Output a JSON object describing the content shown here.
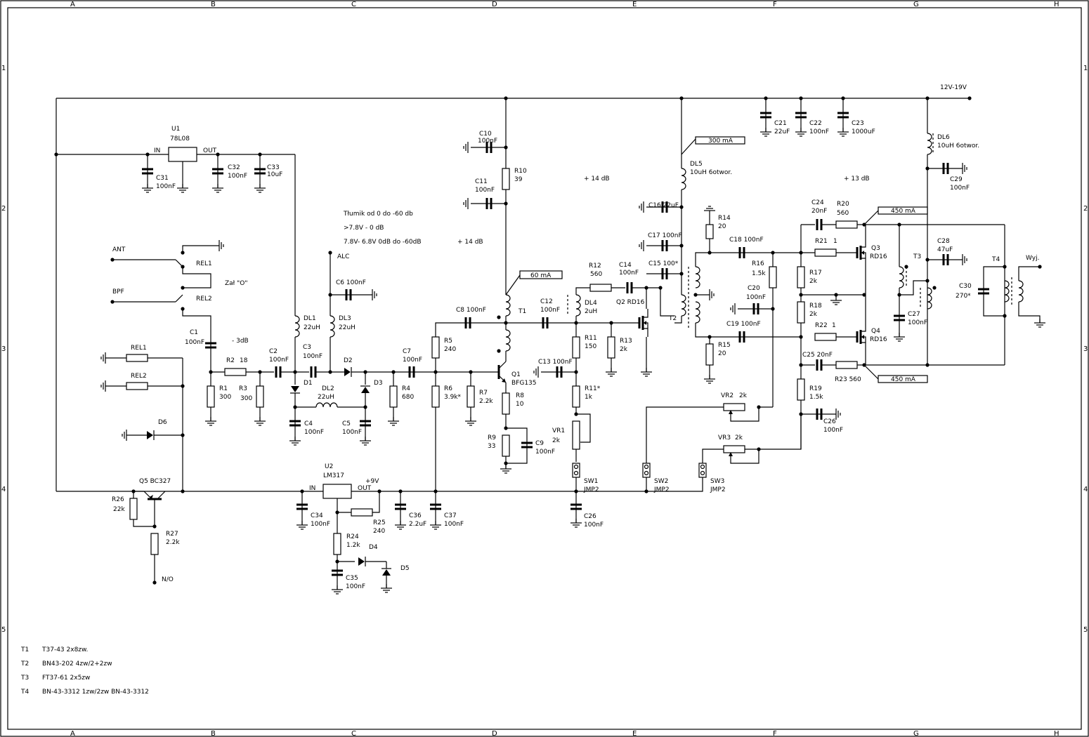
{
  "frame": {
    "columns": [
      "A",
      "B",
      "C",
      "D",
      "E",
      "F",
      "G",
      "H"
    ],
    "rows": [
      "1",
      "2",
      "3",
      "4",
      "5"
    ]
  },
  "supply": {
    "label": "12V-19V"
  },
  "notes": {
    "attenuator_title": "Tłumik od 0 do -60 db",
    "attenuator_line1": ">7.8V - 0 dB",
    "attenuator_line2": "7.8V- 6.8V 0dB do -60dB",
    "gain1": "+ 14 dB",
    "gain2": "+ 14 dB",
    "gain3": "+ 13 dB",
    "att3db": "- 3dB",
    "zal": "Zał \"O\""
  },
  "current_tags": {
    "q1": "60 mA",
    "dl5": "300 mA",
    "q3": "450 mA",
    "q4": "450 mA"
  },
  "ports": {
    "ant": "ANT",
    "bpf": "BPF",
    "alc": "ALC",
    "out": "Wyj.",
    "no": "N/O",
    "v9": "+9V"
  },
  "regulators": {
    "u1": {
      "ref": "U1",
      "part": "78L08",
      "in": "IN",
      "out": "OUT"
    },
    "u2": {
      "ref": "U2",
      "part": "LM317",
      "in": "IN",
      "out": "OUT"
    }
  },
  "relays": {
    "rel1": "REL1",
    "rel2": "REL2"
  },
  "components": {
    "C1": [
      "C1",
      "100nF"
    ],
    "C2": [
      "C2",
      "100nF"
    ],
    "C3": [
      "C3",
      "100nF"
    ],
    "C4": [
      "C4",
      "100nF"
    ],
    "C5": [
      "C5",
      "100nF"
    ],
    "C6": [
      "C6",
      "100nF"
    ],
    "C7": [
      "C7",
      "100nF"
    ],
    "C8": [
      "C8",
      "100nF"
    ],
    "C9": [
      "C9",
      "100nF"
    ],
    "C10": [
      "C10",
      "100nF"
    ],
    "C11": [
      "C11",
      "100nF"
    ],
    "C12": [
      "C12",
      "100nF"
    ],
    "C13": [
      "C13",
      "100nF"
    ],
    "C14": [
      "C14",
      "100nF"
    ],
    "C15": [
      "C15",
      "100*"
    ],
    "C16": [
      "C16",
      "22uF"
    ],
    "C17": [
      "C17",
      "100nF"
    ],
    "C18": [
      "C18",
      "100nF"
    ],
    "C19": [
      "C19",
      "100nF"
    ],
    "C20": [
      "C20",
      "100nF"
    ],
    "C21": [
      "C21",
      "22uF"
    ],
    "C22": [
      "C22",
      "100nF"
    ],
    "C23": [
      "C23",
      "1000uF"
    ],
    "C24": [
      "C24",
      "20nF"
    ],
    "C25": [
      "C25",
      "20nF"
    ],
    "C26a": [
      "C26",
      "100nF"
    ],
    "C26b": [
      "C26",
      "100nF"
    ],
    "C27": [
      "C27",
      "100nF"
    ],
    "C28": [
      "C28",
      "47uF"
    ],
    "C29": [
      "C29",
      "100nF"
    ],
    "C30": [
      "C30",
      "270*"
    ],
    "C31": [
      "C31",
      "100nF"
    ],
    "C32": [
      "C32",
      "100nF"
    ],
    "C33": [
      "C33",
      "10uF"
    ],
    "C34": [
      "C34",
      "100nF"
    ],
    "C35": [
      "C35",
      "100nF"
    ],
    "C36": [
      "C36",
      "2.2uF"
    ],
    "C37": [
      "C37",
      "100nF"
    ],
    "R1": [
      "R1",
      "300"
    ],
    "R2": [
      "R2",
      "18"
    ],
    "R3": [
      "R3",
      "300"
    ],
    "R4": [
      "R4",
      "680"
    ],
    "R5": [
      "R5",
      "240"
    ],
    "R6": [
      "R6",
      "3.9k*"
    ],
    "R7": [
      "R7",
      "2.2k"
    ],
    "R8": [
      "R8",
      "10"
    ],
    "R9": [
      "R9",
      "33"
    ],
    "R10": [
      "R10",
      "39"
    ],
    "R11": [
      "R11",
      "150"
    ],
    "R11s": [
      "R11*",
      "1k"
    ],
    "R12": [
      "R12",
      "560"
    ],
    "R13": [
      "R13",
      "2k"
    ],
    "R14": [
      "R14",
      "20"
    ],
    "R15": [
      "R15",
      "20"
    ],
    "R16": [
      "R16",
      "1.5k"
    ],
    "R17": [
      "R17",
      "2k"
    ],
    "R18": [
      "R18",
      "2k"
    ],
    "R19": [
      "R19",
      "1.5k"
    ],
    "R20": [
      "R20",
      "560"
    ],
    "R21": [
      "R21",
      "1"
    ],
    "R22": [
      "R22",
      "1"
    ],
    "R23": [
      "R23",
      "560"
    ],
    "R24": [
      "R24",
      "1.2k"
    ],
    "R25": [
      "R25",
      "240"
    ],
    "R26": [
      "R26",
      "22k"
    ],
    "R27": [
      "R27",
      "2.2k"
    ],
    "VR1": [
      "VR1",
      "2k"
    ],
    "VR2": [
      "VR2",
      "2k"
    ],
    "VR3": [
      "VR3",
      "2k"
    ],
    "DL1": [
      "DL1",
      "22uH"
    ],
    "DL2": [
      "DL2",
      "22uH"
    ],
    "DL3": [
      "DL3",
      "22uH"
    ],
    "DL4": [
      "DL4",
      "2uH"
    ],
    "DL5": [
      "DL5",
      "10uH 6otwor."
    ],
    "DL6": [
      "DL6",
      "10uH 6otwor."
    ],
    "D1": [
      "D1",
      ""
    ],
    "D2": [
      "D2",
      ""
    ],
    "D3": [
      "D3",
      ""
    ],
    "D4": [
      "D4",
      ""
    ],
    "D5": [
      "D5",
      ""
    ],
    "D6": [
      "D6",
      ""
    ],
    "Q1": [
      "Q1",
      "BFG135"
    ],
    "Q2": [
      "Q2",
      "RD16"
    ],
    "Q3": [
      "Q3",
      "RD16"
    ],
    "Q4": [
      "Q4",
      "RD16"
    ],
    "Q5": [
      "Q5",
      "BC327"
    ],
    "T1": [
      "T1",
      ""
    ],
    "T2": [
      "T2",
      ""
    ],
    "T3": [
      "T3",
      ""
    ],
    "T4": [
      "T4",
      ""
    ],
    "SW1": [
      "SW1",
      "JMP2"
    ],
    "SW2": [
      "SW2",
      "JMP2"
    ],
    "SW3": [
      "SW3",
      "JMP2"
    ]
  },
  "transformer_notes": [
    {
      "ref": "T1",
      "desc": "T37-43 2x8zw."
    },
    {
      "ref": "T2",
      "desc": "BN43-202 4zw/2+2zw"
    },
    {
      "ref": "T3",
      "desc": "FT37-61 2x5zw"
    },
    {
      "ref": "T4",
      "desc": "BN-43-3312 1zw/2zw   BN-43-3312"
    }
  ]
}
